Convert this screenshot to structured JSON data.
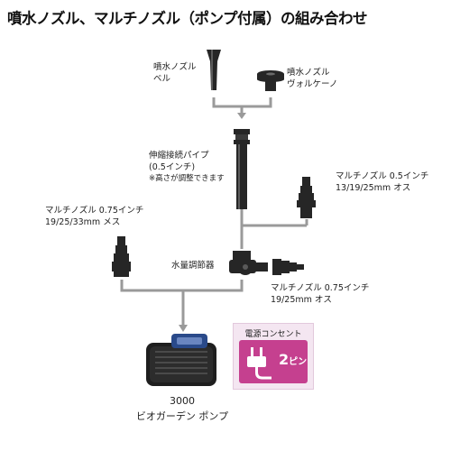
{
  "title": "噴水ノズル、マルチノズル（ポンプ付属）の組み合わせ",
  "parts": {
    "bell_nozzle": {
      "line1": "噴水ノズル",
      "line2": "ベル"
    },
    "volcano_nozzle": {
      "line1": "噴水ノズル",
      "line2": "ヴォルケーノ"
    },
    "telescopic_pipe": {
      "line1": "伸縮接続パイプ",
      "line2": "(0.5インチ)",
      "line3": "※高さが調整できます"
    },
    "multi_nozzle_05": {
      "line1": "マルチノズル 0.5インチ",
      "line2": "13/19/25mm オス"
    },
    "multi_nozzle_075_female": {
      "line1": "マルチノズル 0.75インチ",
      "line2": "19/25/33mm メス"
    },
    "flow_regulator": {
      "label": "水量調節器"
    },
    "multi_nozzle_075_male": {
      "line1": "マルチノズル 0.75インチ",
      "line2": "19/25mm オス"
    },
    "pump": {
      "line1": "3000",
      "line2": "ビオガーデン ポンプ"
    }
  },
  "outlet": {
    "title": "電源コンセント",
    "value": "2",
    "unit": "ピン",
    "color": "#c5408f",
    "icon": "plug-icon"
  },
  "colors": {
    "connector": "#9a9a9a",
    "part": "#222222"
  }
}
